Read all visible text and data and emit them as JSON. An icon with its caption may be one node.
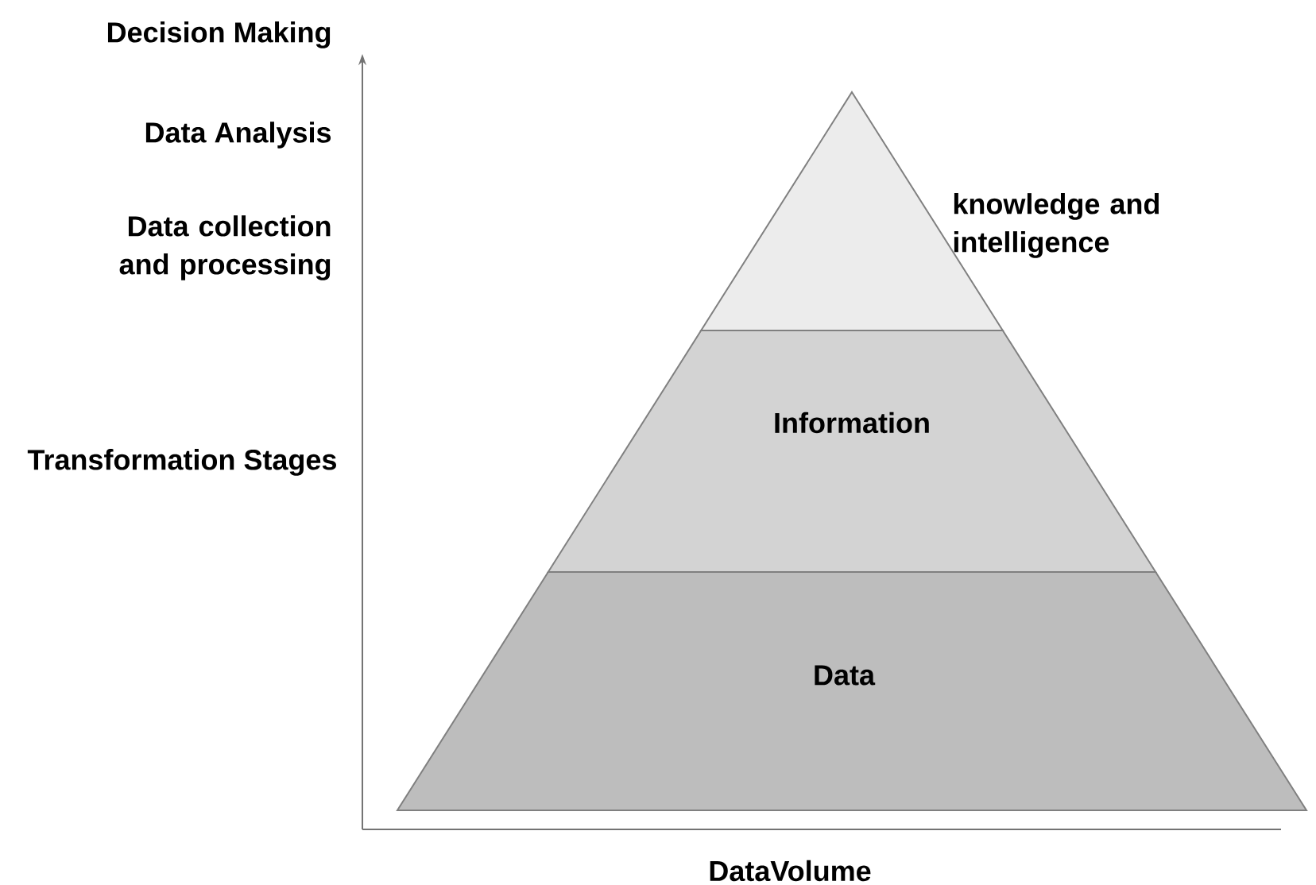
{
  "diagram": {
    "nodes": [
      {
        "text": [
          "knowledge and intelligence"
        ]
      },
      {
        "text": [
          "Information"
        ]
      },
      {
        "text": [
          "Data"
        ]
      }
    ],
    "labels": [
      "Decision Making",
      "Data Analysis",
      "Data collection and processing",
      "Transformation Stages",
      "DataVolume"
    ]
  }
}
